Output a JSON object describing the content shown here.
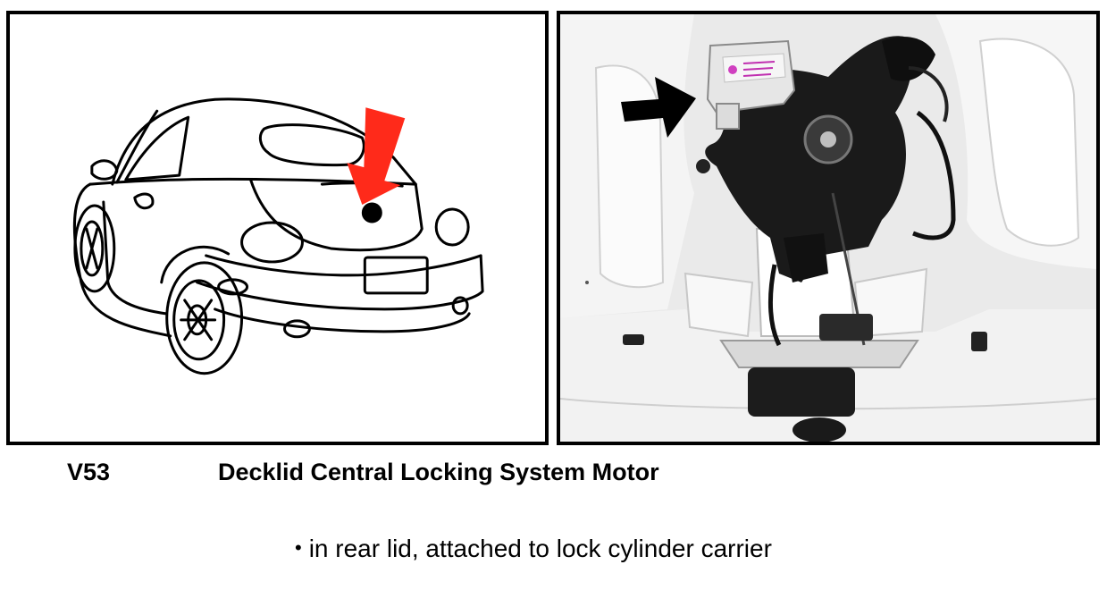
{
  "caption": {
    "code": "V53",
    "title": "Decklid Central Locking System Motor"
  },
  "note": {
    "bullet": "•",
    "text": "in rear lid, attached to lock cylinder carrier"
  },
  "colors": {
    "border": "#000000",
    "arrow_red": "#ff2a1a",
    "arrow_black": "#000000",
    "photo_background": "#eaeaea",
    "mechanism": "#1a1a1a",
    "motor_housing": "#e6e6e6"
  },
  "icons": {
    "left_arrow": "red-arrow-icon",
    "right_arrow": "black-arrow-icon"
  }
}
